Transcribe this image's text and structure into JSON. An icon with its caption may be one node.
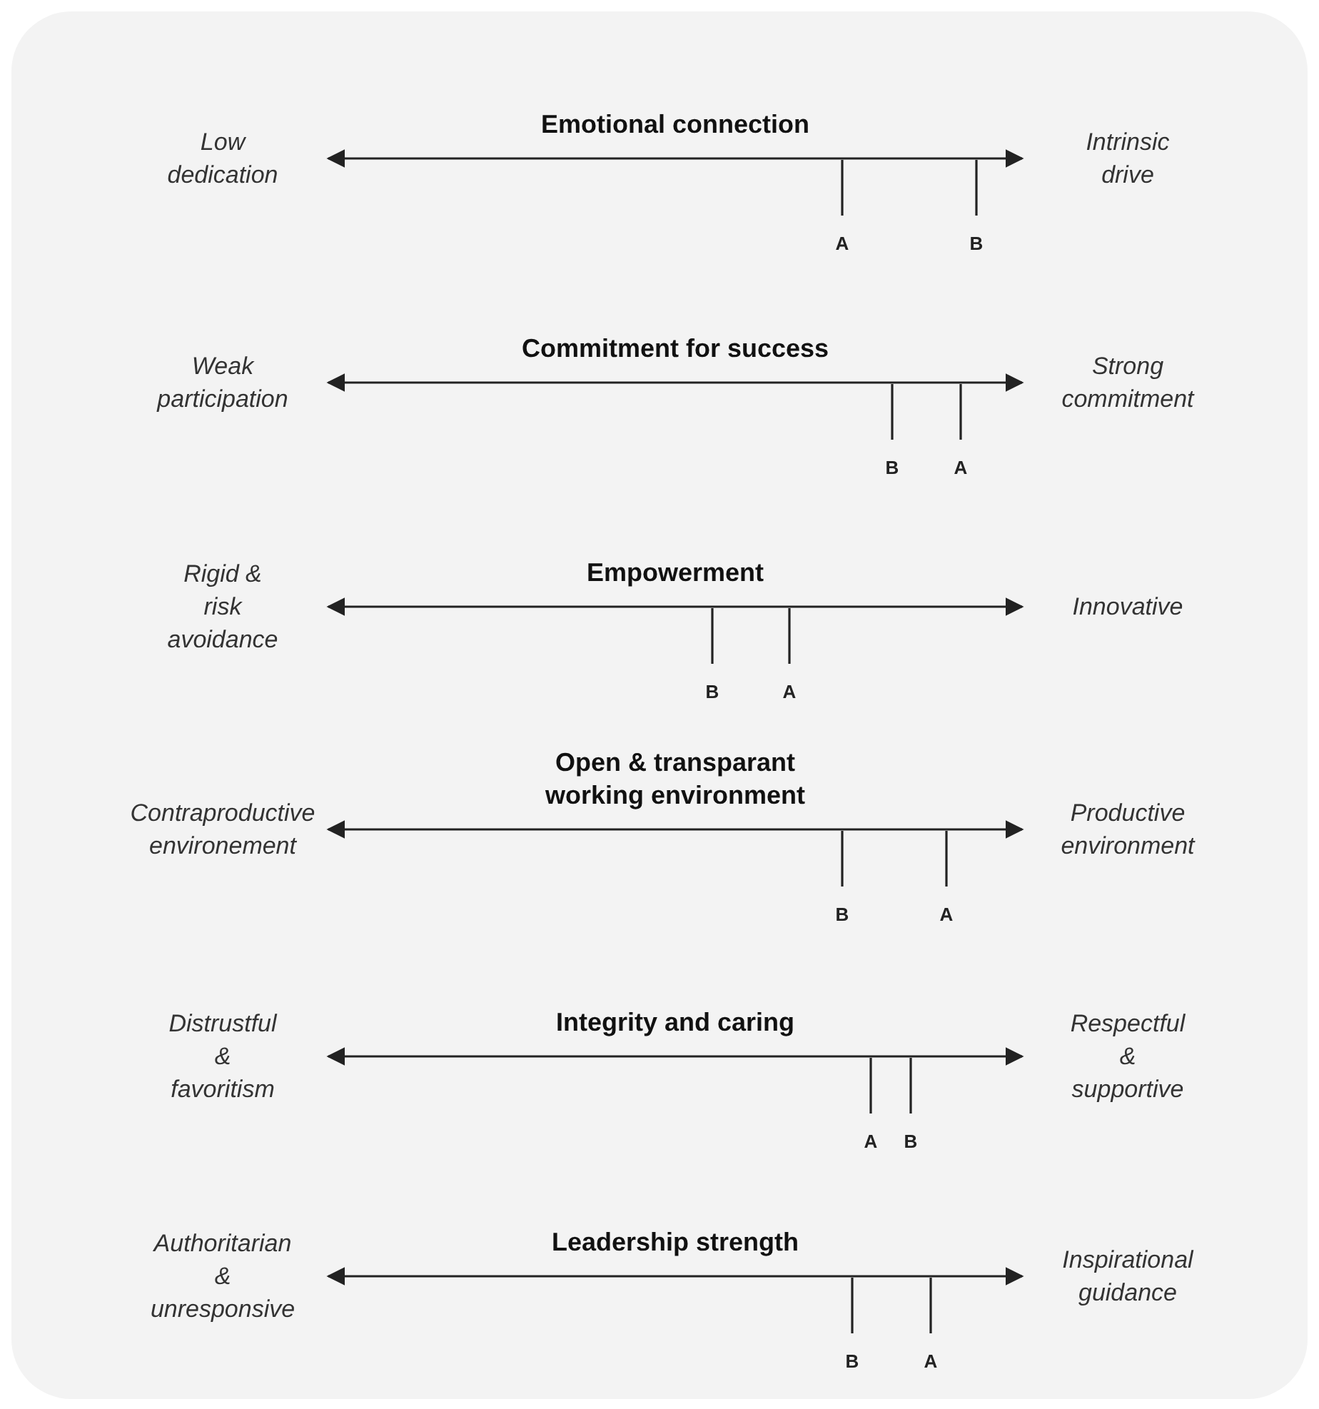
{
  "diagram": {
    "nodes": [
      {
        "text": [
          "Low dedication"
        ]
      },
      {
        "text": [
          "Intrinsic drive"
        ]
      },
      {
        "text": [
          "Weak participation"
        ]
      },
      {
        "text": [
          "Strong commitment"
        ]
      },
      {
        "text": [
          "Rigid & risk avoidance"
        ]
      },
      {
        "text": [
          "Innovative"
        ]
      },
      {
        "text": [
          "Contraproductive environement"
        ]
      },
      {
        "text": [
          "Productive environment"
        ]
      },
      {
        "text": [
          "Distrustful & favoritism"
        ]
      },
      {
        "text": [
          "Respectful & supportive"
        ]
      },
      {
        "text": [
          "Authoritarian & unresponsive"
        ]
      },
      {
        "text": [
          "Inspirational guidance"
        ]
      }
    ],
    "edges": [
      {
        "from": 0,
        "to": 1,
        "arrow": "both",
        "label": "Emotional connection"
      },
      {
        "from": 2,
        "to": 3,
        "arrow": "both",
        "label": "Commitment for success"
      },
      {
        "from": 4,
        "to": 5,
        "arrow": "both",
        "label": "Empowerment"
      },
      {
        "from": 6,
        "to": 7,
        "arrow": "both",
        "label": "Open & transparant working environment"
      },
      {
        "from": 8,
        "to": 9,
        "arrow": "both",
        "label": "Integrity and caring"
      },
      {
        "from": 10,
        "to": 11,
        "arrow": "both",
        "label": "Leadership strength"
      }
    ],
    "labels": [
      "A",
      "B",
      "B",
      "A",
      "B",
      "A",
      "B",
      "A",
      "A",
      "B",
      "B",
      "A"
    ]
  }
}
